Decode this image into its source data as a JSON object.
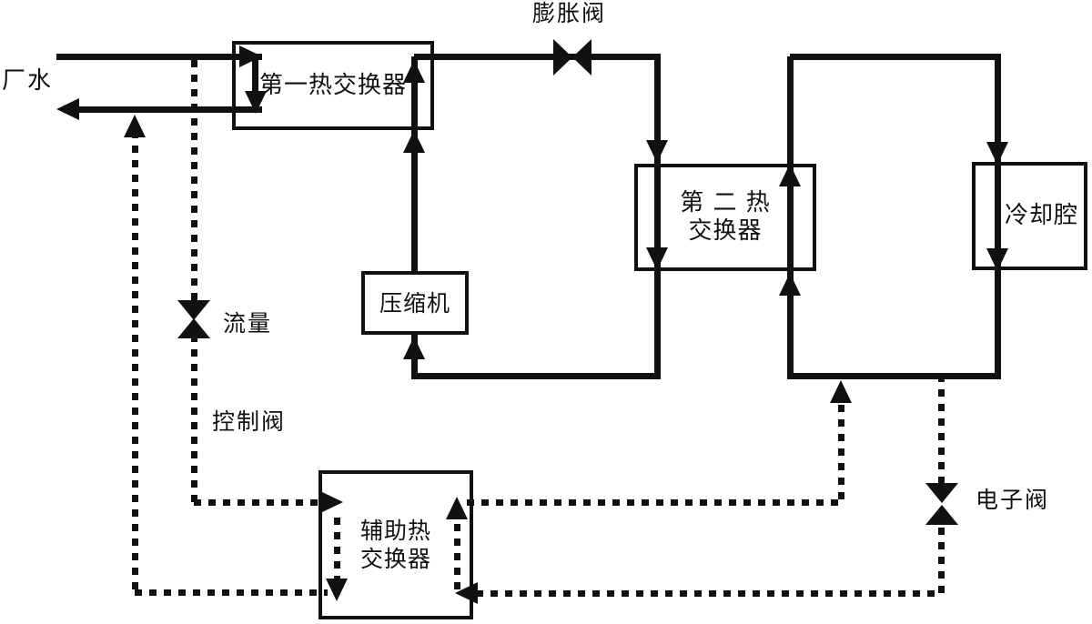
{
  "diagram": {
    "colors": {
      "background": "#ffffff",
      "line": "#111111"
    },
    "labels": {
      "plant_water": "厂水",
      "expansion_valve": "膨胀阀",
      "flow_control_valve": {
        "line1": "流量",
        "line2": "控制阀"
      },
      "electronic_valve": "电子阀"
    },
    "nodes": {
      "first_heat_exchanger": {
        "label": "第一热交换器"
      },
      "second_heat_exchanger": {
        "line1": "第 二 热",
        "line2": "交换器"
      },
      "cooling_chamber": {
        "label": "冷却腔"
      },
      "compressor": {
        "label": "压缩机"
      },
      "auxiliary_heat_exchanger": {
        "line1": "辅助热",
        "line2": "交换器"
      }
    },
    "icons": {
      "valve_symbol": "bowtie",
      "solid_line_meaning": "refrigerant/primary loop",
      "dotted_line_meaning": "water/auxiliary loop"
    }
  }
}
